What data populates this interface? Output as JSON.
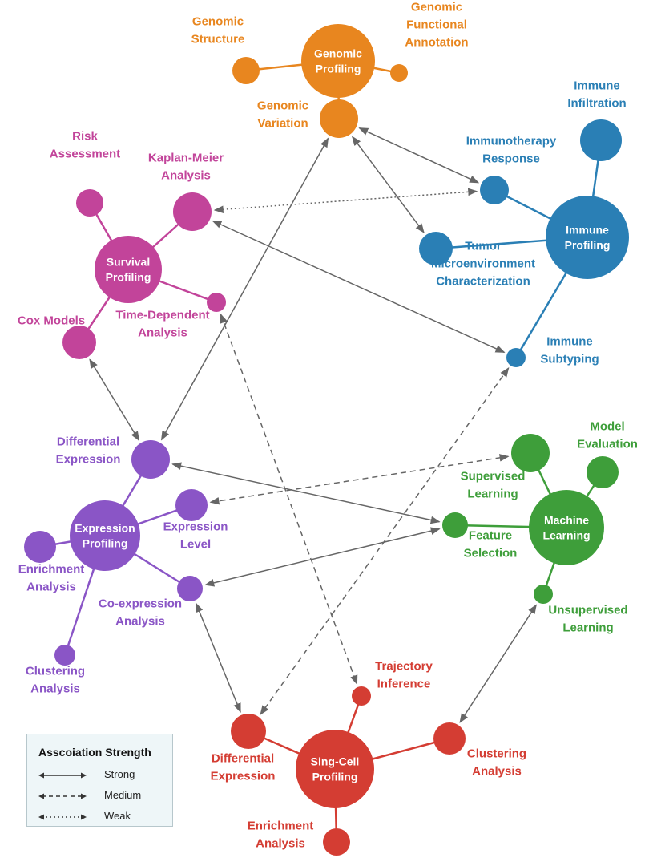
{
  "colors": {
    "genomic": "#E8861F",
    "immune": "#2A7FB5",
    "survival": "#C2449A",
    "expression": "#8A55C6",
    "ml": "#3E9E3A",
    "singlecell": "#D43D33",
    "arrow": "#666666"
  },
  "hubs": {
    "genomic": "Genomic\nProfiling",
    "immune": "Immune\nProfiling",
    "survival": "Survival\nProfiling",
    "expression": "Expression\nProfiling",
    "ml": "Machine\nLearning",
    "singlecell": "Sing-Cell\nProfiling"
  },
  "labels": {
    "genomic_structure": "Genomic\nStructure",
    "genomic_functional": "Genomic\nFunctional\nAnnotation",
    "genomic_variation": "Genomic\nVariation",
    "immune_infiltration": "Immune\nInfiltration",
    "immunotherapy": "Immunotherapy\nResponse",
    "tme": "Tumor\nMicroenvironment\nCharacterization",
    "immune_subtyping": "Immune\nSubtyping",
    "risk": "Risk\nAssessment",
    "kaplan": "Kaplan-Meier\nAnalysis",
    "cox": "Cox Models",
    "timedep": "Time-Dependent\nAnalysis",
    "diff_expr": "Differential\nExpression",
    "expr_level": "Expression\nLevel",
    "enrichment": "Enrichment\nAnalysis",
    "coexpr": "Co-expression\nAnalysis",
    "clustering": "Clustering\nAnalysis",
    "supervised": "Supervised\nLearning",
    "model_eval": "Model\nEvaluation",
    "feature_sel": "Feature\nSelection",
    "unsupervised": "Unsupervised\nLearning",
    "trajectory": "Trajectory\nInference",
    "sc_diff": "Differential\nExpression",
    "sc_clustering": "Clustering\nAnalysis",
    "sc_enrichment": "Enrichment\nAnalysis"
  },
  "legend": {
    "title": "Asscoiation Strength",
    "strong": "Strong",
    "medium": "Medium",
    "weak": "Weak"
  }
}
